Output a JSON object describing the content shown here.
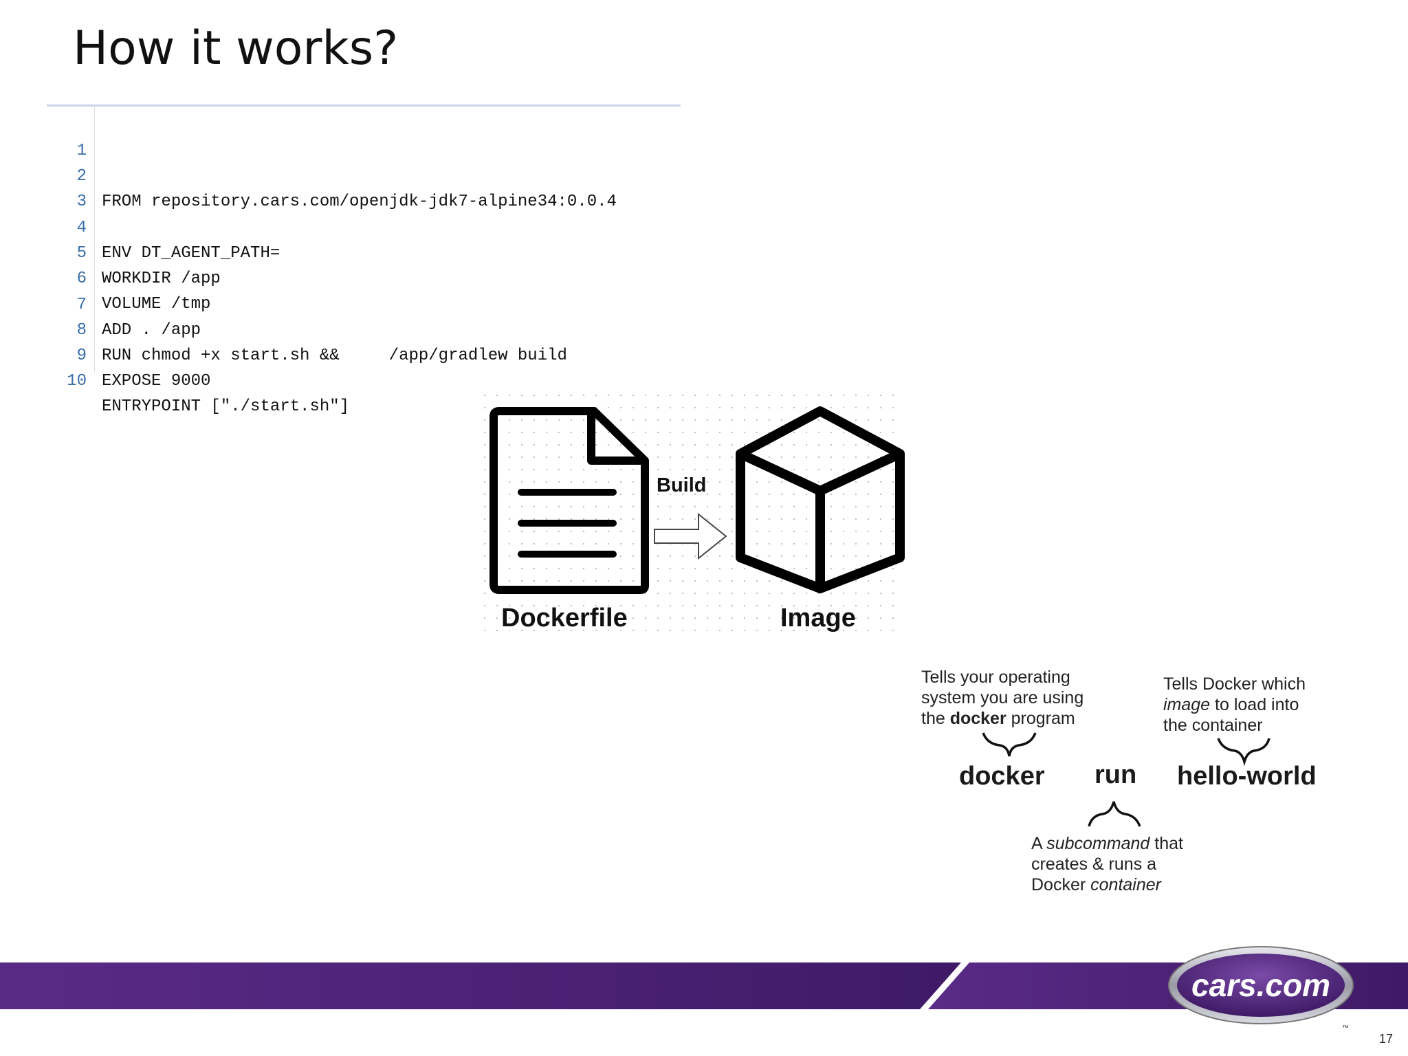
{
  "slide": {
    "title": "How it works?",
    "page_number": "17"
  },
  "code": {
    "lines": [
      {
        "num": "1",
        "text": ""
      },
      {
        "num": "2",
        "text": "FROM repository.cars.com/openjdk-jdk7-alpine34:0.0.4"
      },
      {
        "num": "3",
        "text": ""
      },
      {
        "num": "4",
        "text": "ENV DT_AGENT_PATH="
      },
      {
        "num": "5",
        "text": "WORKDIR /app"
      },
      {
        "num": "6",
        "text": "VOLUME /tmp"
      },
      {
        "num": "7",
        "text": "ADD . /app"
      },
      {
        "num": "8",
        "text": "RUN chmod +x start.sh &&     /app/gradlew build"
      },
      {
        "num": "9",
        "text": "EXPOSE 9000"
      },
      {
        "num": "10",
        "text": "ENTRYPOINT [\"./start.sh\"]"
      }
    ]
  },
  "diagram": {
    "source_label": "Dockerfile",
    "arrow_label": "Build",
    "target_label": "Image",
    "source_icon": "document-icon",
    "target_icon": "cube-icon"
  },
  "command": {
    "part1": "docker",
    "part2": "run",
    "part3": "hello-world",
    "anno_docker": {
      "line1": "Tells your operating",
      "line2": "system you are using",
      "line3_a": "the ",
      "line3_b": "docker",
      "line3_c": " program"
    },
    "anno_image": {
      "line1": "Tells Docker which",
      "line2_a": "image",
      "line2_b": " to load into",
      "line3": "the container"
    },
    "anno_run": {
      "line1_a": "A ",
      "line1_b": "subcommand",
      "line1_c": " that",
      "line2": "creates & runs a",
      "line3_a": "Docker ",
      "line3_b": "container"
    }
  },
  "footer": {
    "logo_text": "cars.com",
    "trademark": "™",
    "band_color": "#5a2a87",
    "band_dark": "#3f1a66"
  }
}
